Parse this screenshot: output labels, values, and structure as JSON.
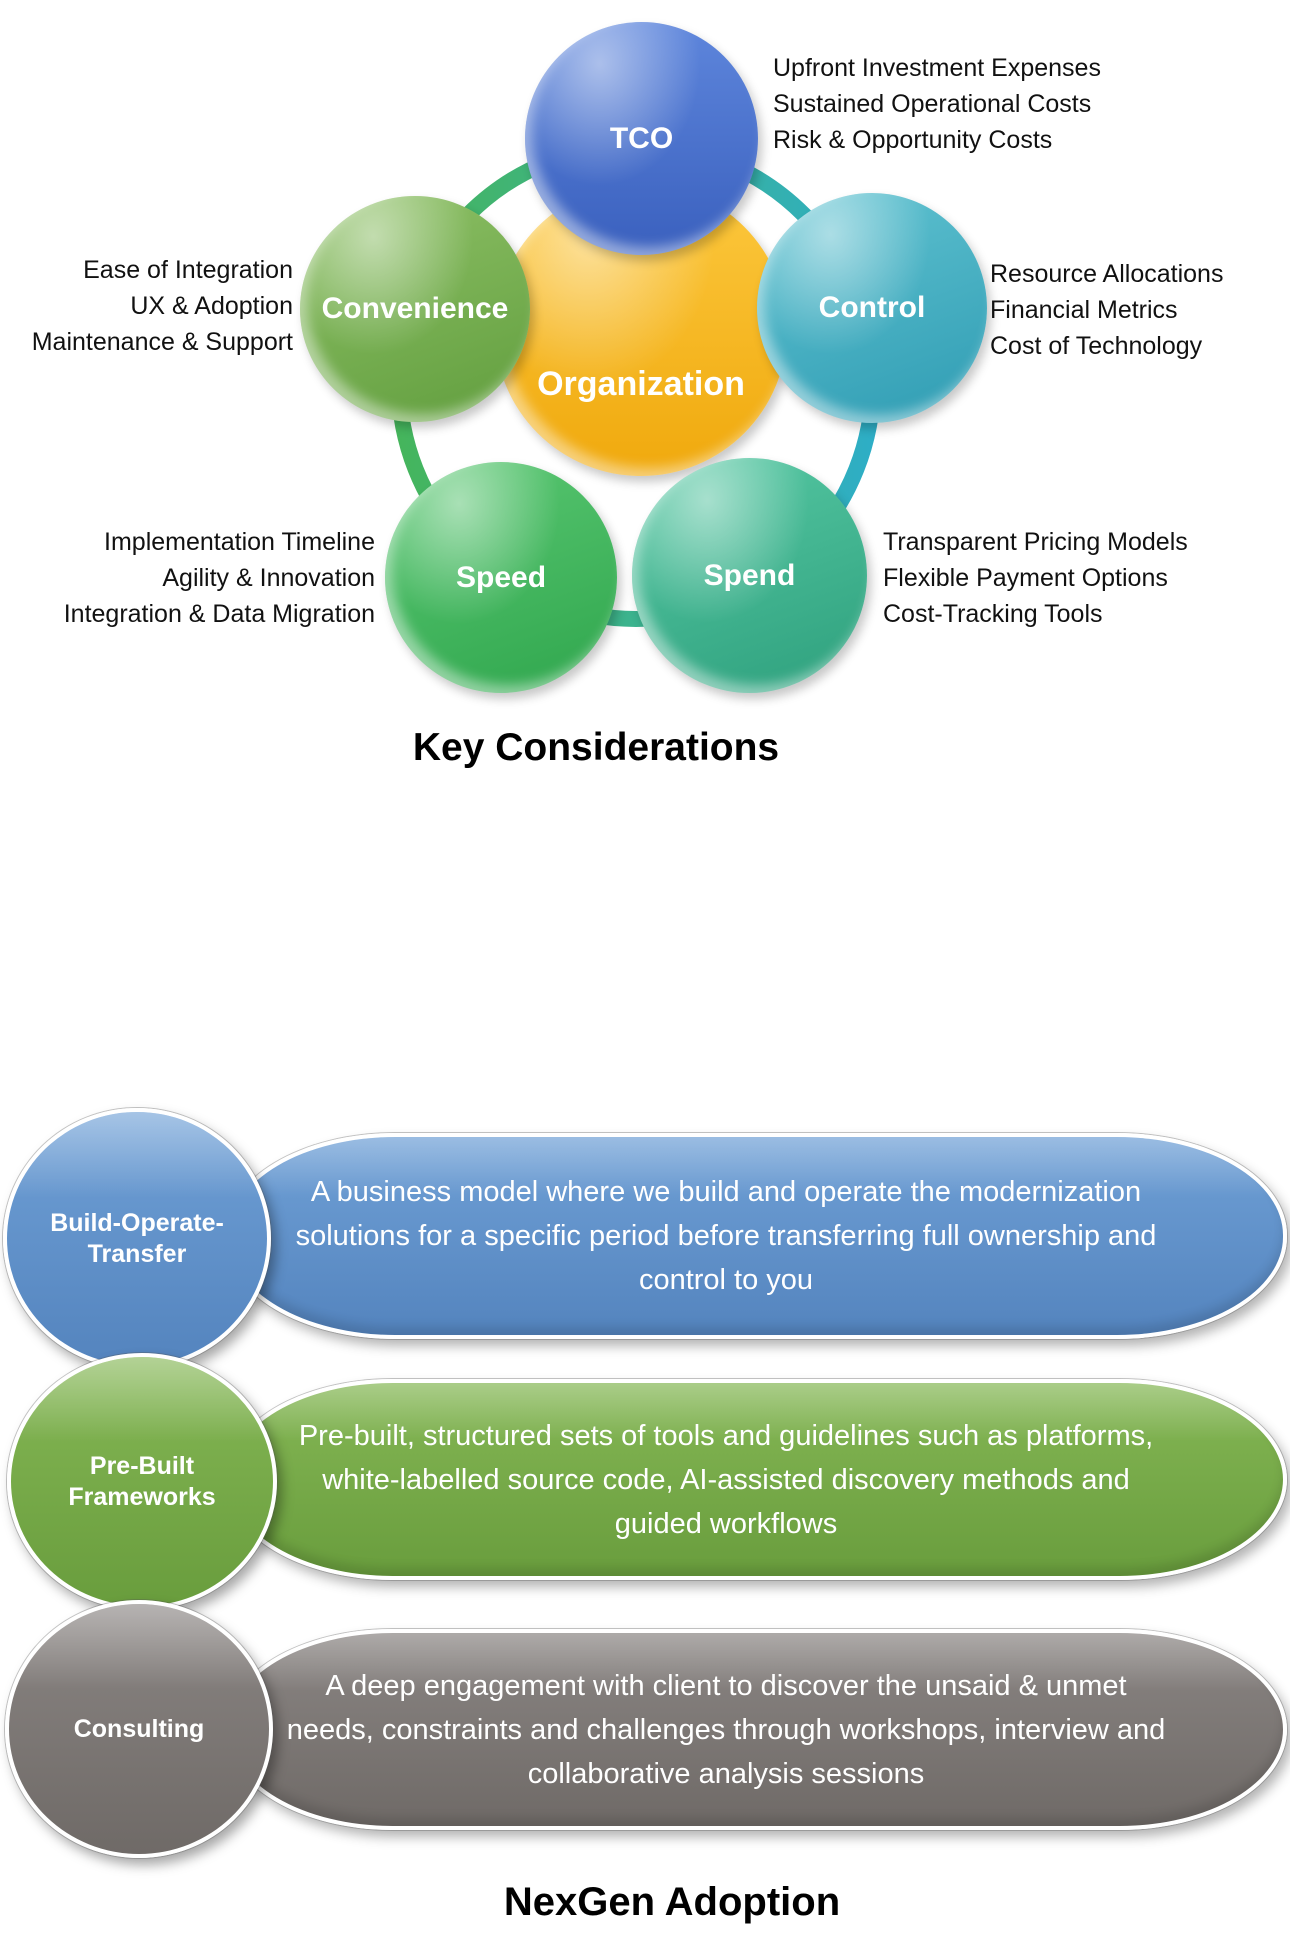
{
  "top": {
    "title": "Key Considerations",
    "center_label": "Organization",
    "nodes": [
      {
        "label": "TCO",
        "notes": [
          "Upfront Investment Expenses",
          "Sustained Operational Costs",
          "Risk & Opportunity Costs"
        ]
      },
      {
        "label": "Convenience",
        "notes": [
          "Ease of Integration",
          "UX & Adoption",
          "Maintenance & Support"
        ]
      },
      {
        "label": "Control",
        "notes": [
          "Resource Allocations",
          "Financial Metrics",
          "Cost of Technology"
        ]
      },
      {
        "label": "Speed",
        "notes": [
          "Implementation Timeline",
          "Agility & Innovation",
          "Integration & Data Migration"
        ]
      },
      {
        "label": "Spend",
        "notes": [
          "Transparent Pricing Models",
          "Flexible Payment Options",
          "Cost-Tracking Tools"
        ]
      }
    ]
  },
  "bottom": {
    "title": "NexGen Adoption",
    "rows": [
      {
        "label": "Build-Operate-Transfer",
        "description": "A business model where we build and operate the modernization solutions for a specific period before transferring full ownership and control to you"
      },
      {
        "label": "Pre-Built Frameworks",
        "description": "Pre-built, structured sets of tools and guidelines such as platforms, white-labelled source code, AI-assisted discovery methods and guided workflows"
      },
      {
        "label": "Consulting",
        "description": "A deep engagement with client to discover the unsaid & unmet needs, constraints and challenges through workshops, interview and collaborative analysis sessions"
      }
    ]
  },
  "colors": {
    "tco_blue": "#4468C5",
    "convenience_green": "#6FAD49",
    "control_teal": "#3AA8BD",
    "speed_green": "#3FB55C",
    "spend_teal_green": "#3CAF8D",
    "organization_yellow": "#F6BA22",
    "ring_green": "#45B55C",
    "ring_teal": "#2EAEC6",
    "row_blue": "#5E92CD",
    "row_green": "#76AC45",
    "row_gray": "#7B7672",
    "text_black": "#000000",
    "text_white": "#FFFFFF"
  }
}
